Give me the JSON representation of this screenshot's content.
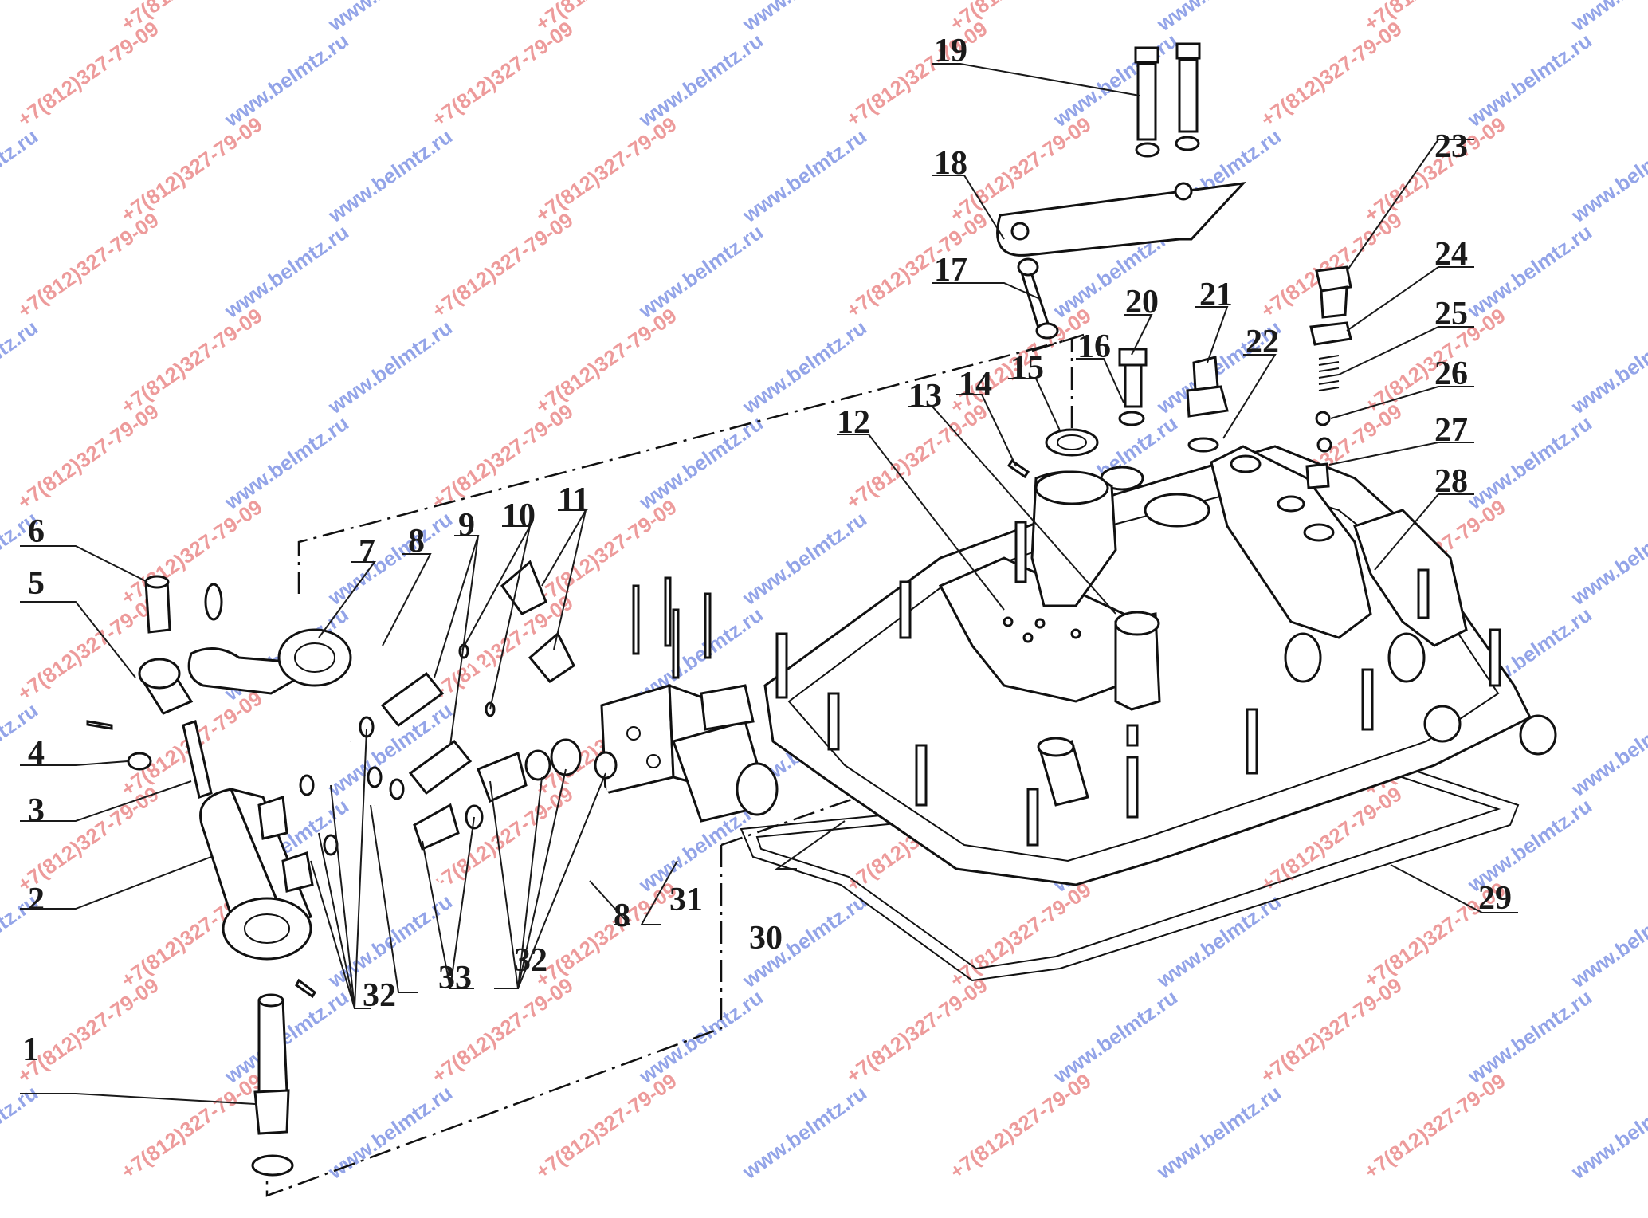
{
  "watermarks": {
    "site": "www.belmtz.ru",
    "phone": "+7(812)327-79-09",
    "site_color": "#3b5bd6",
    "phone_color": "#e04a4a"
  },
  "callouts": {
    "n1": "1",
    "n2": "2",
    "n3": "3",
    "n4": "4",
    "n5": "5",
    "n6": "6",
    "n7": "7",
    "n8a": "8",
    "n8b": "8",
    "n9": "9",
    "n10": "10",
    "n11": "11",
    "n12": "12",
    "n13": "13",
    "n14": "14",
    "n15": "15",
    "n16": "16",
    "n17": "17",
    "n18": "18",
    "n19": "19",
    "n20": "20",
    "n21": "21",
    "n22": "22",
    "n23": "23",
    "n24": "24",
    "n25": "25",
    "n26": "26",
    "n27": "27",
    "n28": "28",
    "n29": "29",
    "n30": "30",
    "n31": "31",
    "n32a": "32",
    "n32b": "32",
    "n33": "33"
  },
  "colors": {
    "line": "#111111",
    "background": "#ffffff"
  }
}
